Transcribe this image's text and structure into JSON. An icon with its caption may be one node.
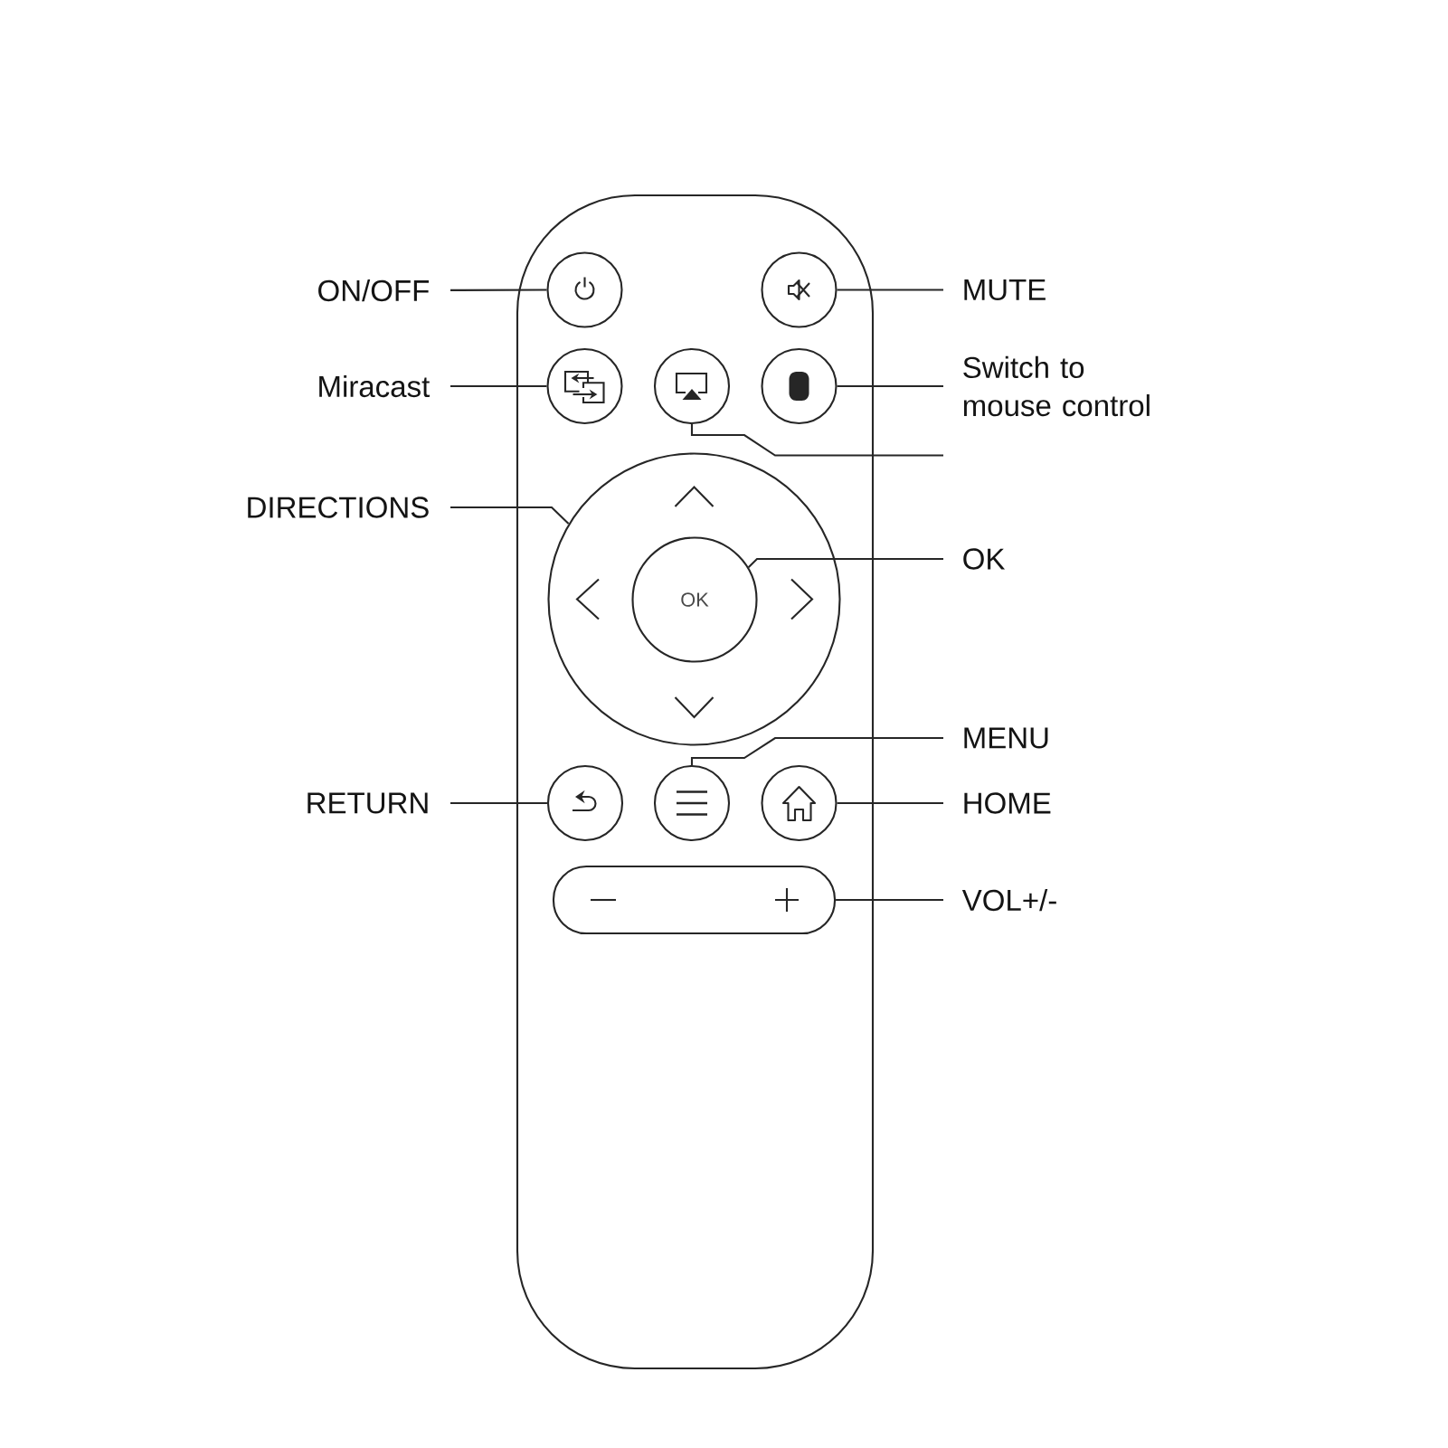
{
  "diagram": {
    "nodes": [
      {
        "text": [],
        "shape": "box"
      },
      {
        "text": [
          "ON/OFF"
        ]
      },
      {
        "text": [],
        "shape": "circle",
        "in": 0
      },
      {
        "text": [],
        "shape": "circle",
        "in": 0
      },
      {
        "text": [
          "MUTE"
        ]
      },
      {
        "text": [
          "Miracast"
        ]
      },
      {
        "text": [],
        "shape": "circle",
        "in": 0
      },
      {
        "text": [],
        "shape": "circle",
        "in": 0
      },
      {
        "text": [],
        "shape": "circle",
        "in": 0
      },
      {
        "text": [
          "Switch to mouse control"
        ]
      },
      {
        "text": [
          "DIRECTIONS"
        ]
      },
      {
        "text": [],
        "shape": "circle",
        "in": 0
      },
      {
        "text": [
          "OK"
        ],
        "in": 11
      },
      {
        "text": [
          "OK"
        ]
      },
      {
        "text": [
          "MENU"
        ]
      },
      {
        "text": [
          "RETURN"
        ]
      },
      {
        "text": [],
        "shape": "circle",
        "in": 0
      },
      {
        "text": [],
        "shape": "circle",
        "in": 0
      },
      {
        "text": [],
        "shape": "circle",
        "in": 0
      },
      {
        "text": [
          "HOME"
        ]
      },
      {
        "text": [],
        "shape": "bar",
        "in": 0
      },
      {
        "text": [
          "VOL+/-"
        ]
      }
    ],
    "edges": [
      {
        "from": 1,
        "to": 2,
        "arrow": "none"
      },
      {
        "from": 4,
        "to": 3,
        "arrow": "none"
      },
      {
        "from": 5,
        "to": 6,
        "arrow": "none"
      },
      {
        "from": 9,
        "to": 8,
        "arrow": "none"
      },
      {
        "from": null,
        "to": 7,
        "arrow": "none"
      },
      {
        "from": 10,
        "to": 11,
        "arrow": "none"
      },
      {
        "from": 13,
        "to": 12,
        "arrow": "none"
      },
      {
        "from": 14,
        "to": 17,
        "arrow": "none"
      },
      {
        "from": 15,
        "to": 16,
        "arrow": "none"
      },
      {
        "from": 19,
        "to": 18,
        "arrow": "none"
      },
      {
        "from": 21,
        "to": 20,
        "arrow": "none"
      }
    ]
  }
}
